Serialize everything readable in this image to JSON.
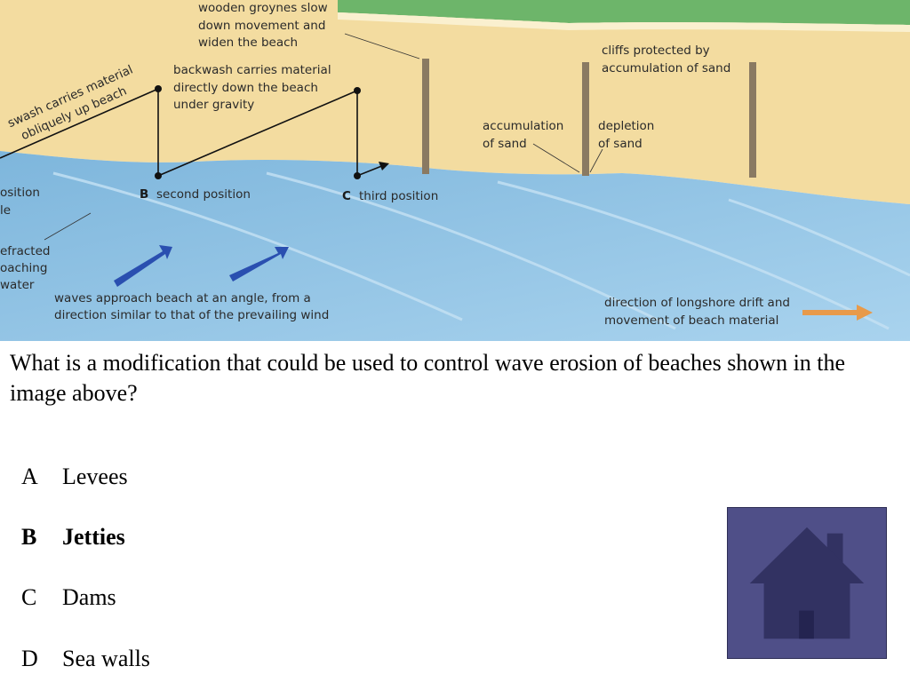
{
  "diagram": {
    "labels": {
      "groynes": [
        "wooden groynes slow",
        "down movement and",
        "widen the beach"
      ],
      "cliffs": [
        "cliffs protected by",
        "accumulation of sand"
      ],
      "backwash": [
        "backwash carries material",
        "directly down the beach",
        "under gravity"
      ],
      "swash": [
        "swash carries material",
        "obliquely up beach"
      ],
      "accumulation": [
        "accumulation",
        "of sand"
      ],
      "depletion": [
        "depletion",
        "of sand"
      ],
      "first_position": [
        "osition",
        "le"
      ],
      "refracted": [
        "efracted",
        "oaching",
        "water"
      ],
      "second_letter": "B",
      "second_position": "second position",
      "third_letter": "C",
      "third_position": "third position",
      "waves": [
        "waves approach beach at an angle, from a",
        "direction similar to that of the prevailing wind"
      ],
      "longshore": [
        "direction of longshore drift and",
        "movement of beach material"
      ]
    },
    "colors": {
      "grass": "#6db56a",
      "sand": "#f3dca0",
      "sea": "#8fc4e6",
      "groyne": "#8a7a62",
      "wave_arrow": "#2a4fb0",
      "drift_arrow": "#e89a4a"
    }
  },
  "question": {
    "text": "What is a modification that could be used to control wave erosion of beaches shown in the image above?"
  },
  "options": [
    {
      "letter": "A",
      "text": "Levees"
    },
    {
      "letter": "B",
      "text": "Jetties"
    },
    {
      "letter": "C",
      "text": "Dams"
    },
    {
      "letter": "D",
      "text": "Sea walls"
    }
  ],
  "home_button": {
    "icon": "house-icon",
    "background": "#4f4f88",
    "house_color": "#323262"
  }
}
